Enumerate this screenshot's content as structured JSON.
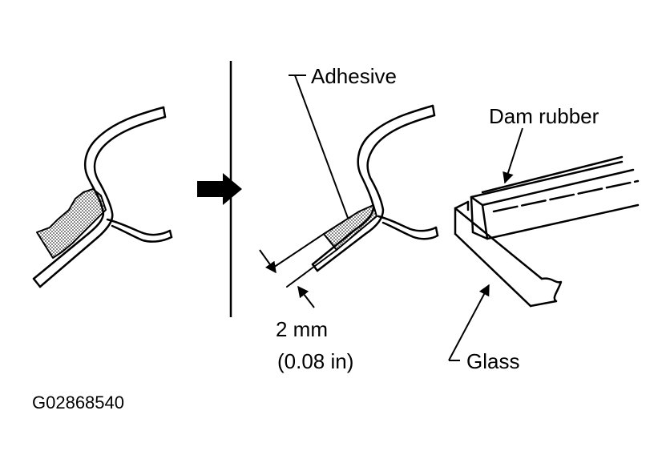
{
  "labels": {
    "adhesive": "Adhesive",
    "dam_rubber": "Dam rubber",
    "thickness_mm": "2 mm",
    "thickness_in": "(0.08 in)",
    "glass": "Glass",
    "figure_code": "G02868540"
  },
  "colors": {
    "ink": "#000000",
    "paper": "#ffffff"
  }
}
